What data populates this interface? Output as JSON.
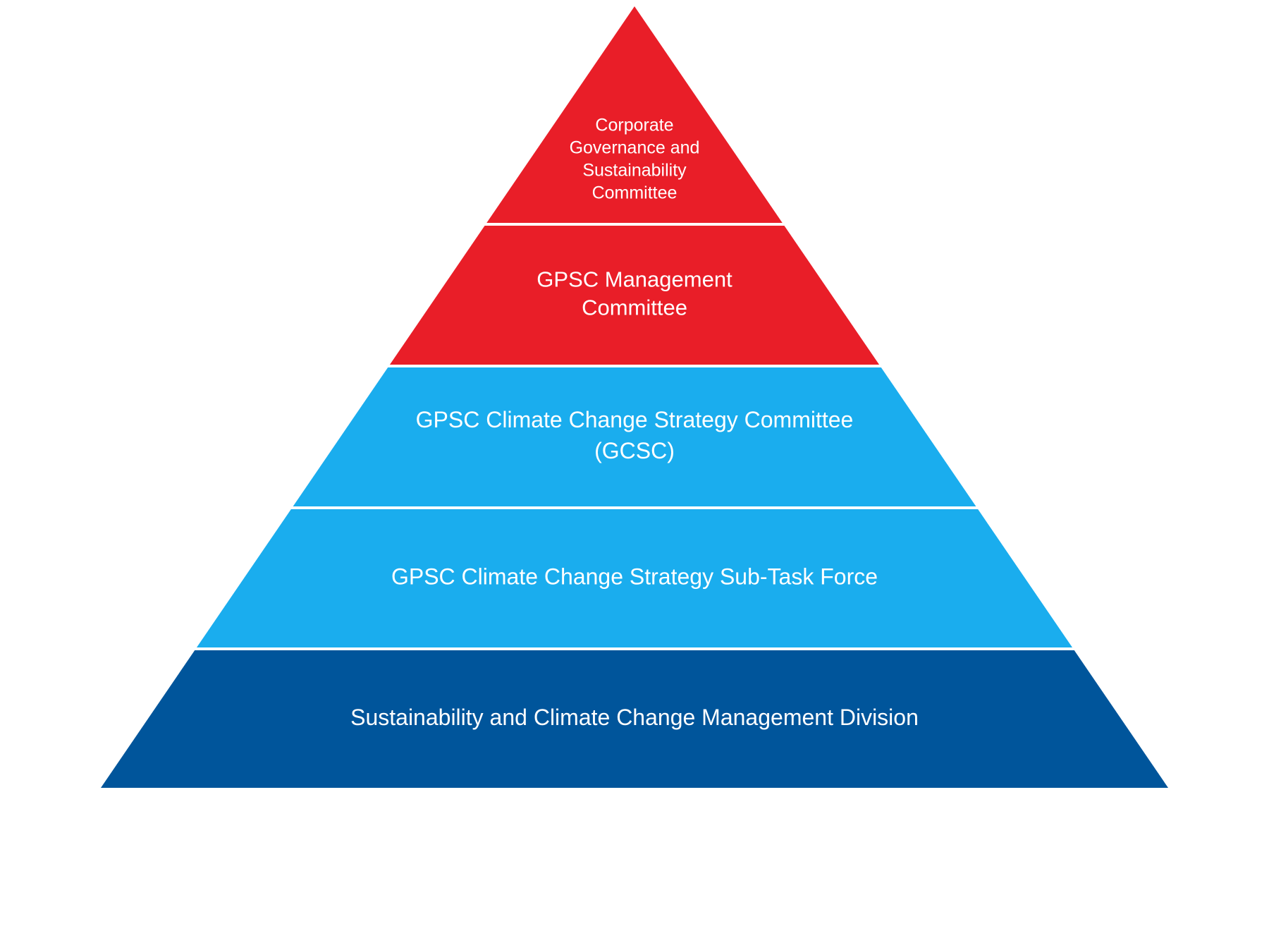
{
  "levels": [
    {
      "lines": [
        "Corporate",
        "Governance and",
        "Sustainability",
        "Committee"
      ],
      "color": "#E91E28"
    },
    {
      "lines": [
        "GPSC Management",
        "Committee"
      ],
      "color": "#E91E28"
    },
    {
      "lines": [
        "GPSC Climate Change Strategy Committee",
        "(GCSC)"
      ],
      "color": "#1AADEE"
    },
    {
      "lines": [
        "GPSC Climate Change Strategy Sub-Task Force"
      ],
      "color": "#1AADEE"
    },
    {
      "lines": [
        "Sustainability and Climate Change Management Division"
      ],
      "color": "#00559B"
    }
  ]
}
